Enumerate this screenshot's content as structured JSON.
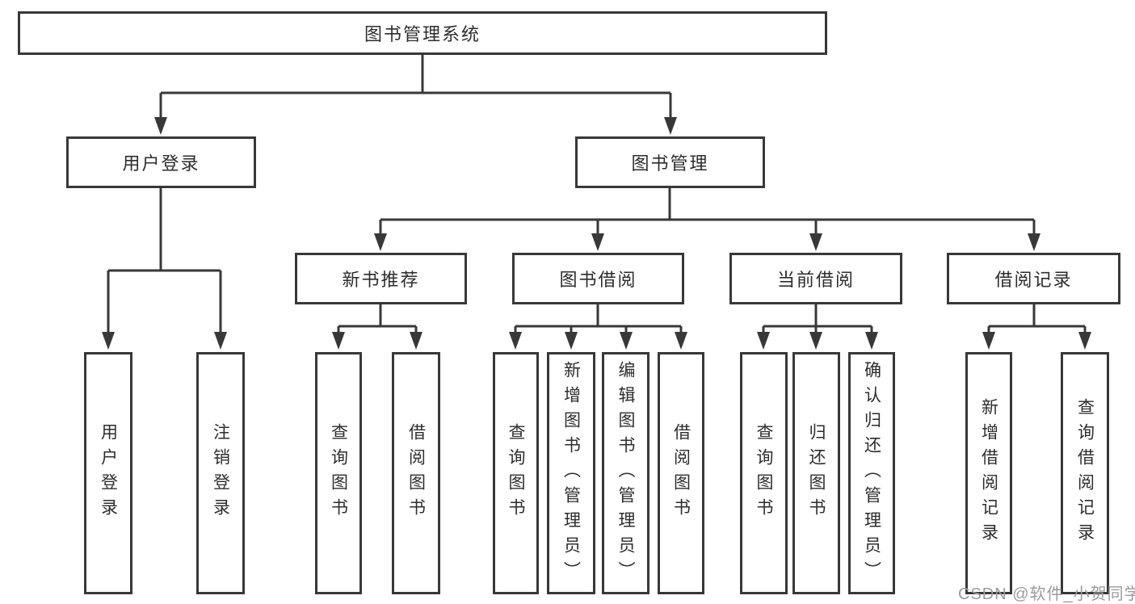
{
  "colors": {
    "line": "#383838",
    "text": "#2d2d2d",
    "watermark": "#9b9b9b",
    "background": "#ffffff"
  },
  "watermark": "CSDN @软件_小贺同学",
  "tree": {
    "root": "图书管理系统",
    "branches": [
      {
        "label": "用户登录",
        "children": [
          "用户登录",
          "注销登录"
        ]
      },
      {
        "label": "图书管理",
        "groups": [
          {
            "label": "新书推荐",
            "children": [
              "查询图书",
              "借阅图书"
            ]
          },
          {
            "label": "图书借阅",
            "children": [
              "查询图书",
              "新增图书（管理员）",
              "编辑图书（管理员）",
              "借阅图书"
            ]
          },
          {
            "label": "当前借阅",
            "children": [
              "查询图书",
              "归还图书",
              "确认归还（管理员）"
            ]
          },
          {
            "label": "借阅记录",
            "children": [
              "新增借阅记录",
              "查询借阅记录"
            ]
          }
        ]
      }
    ]
  }
}
